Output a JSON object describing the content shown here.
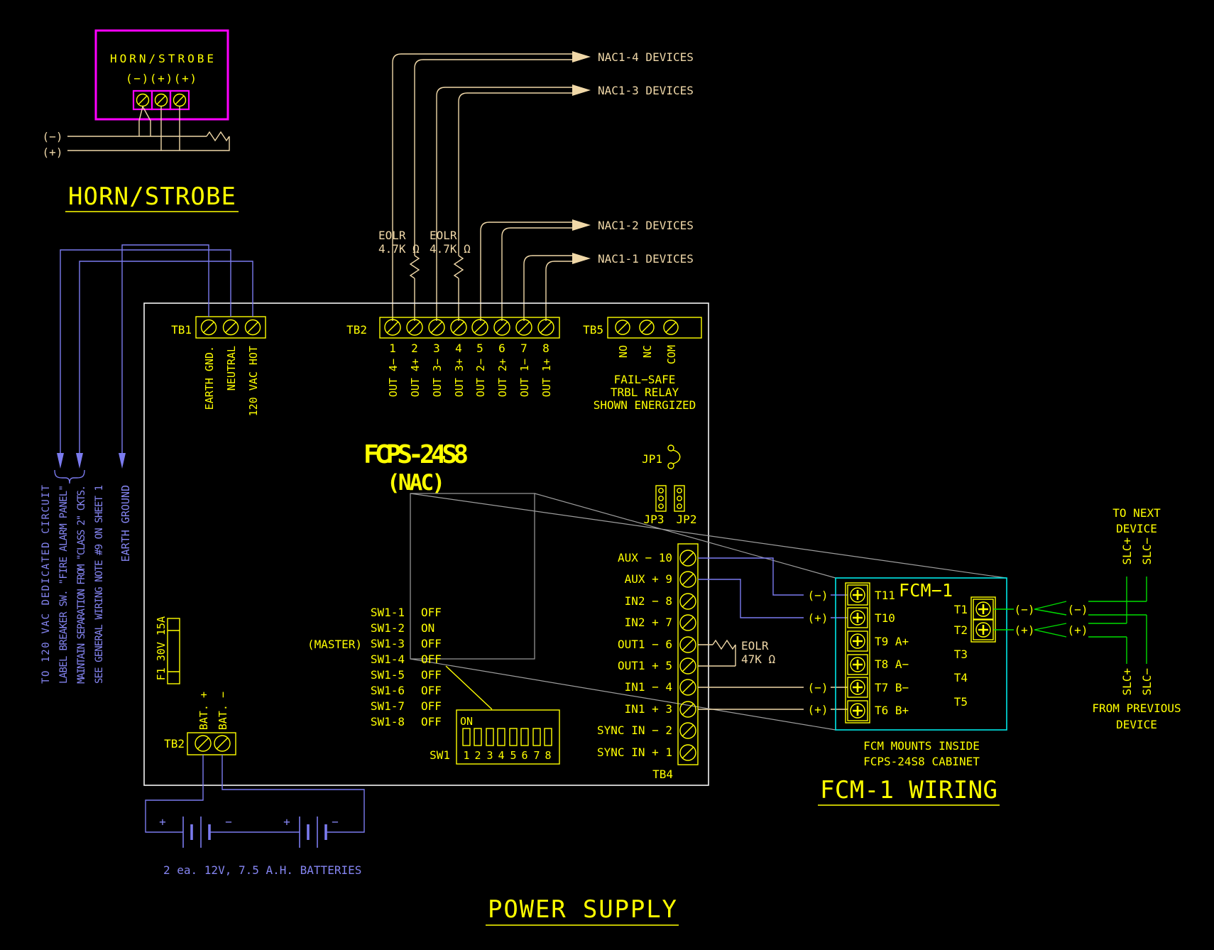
{
  "titles": {
    "horn_strobe": "HORN/STROBE",
    "power_supply": "POWER SUPPLY",
    "fcm_wiring": "FCM-1 WIRING"
  },
  "polarity": {
    "minus": "(−)",
    "plus": "(+)"
  },
  "horn_strobe": {
    "box_label": "HORN/STROBE",
    "terminal_row": "(−)(+)(+)"
  },
  "nac": {
    "rows": [
      "NAC1-4 DEVICES",
      "NAC1-3 DEVICES",
      "NAC1-2 DEVICES",
      "NAC1-1 DEVICES"
    ]
  },
  "eolr_nac": {
    "name": "EOLR",
    "value": "4.7K Ω"
  },
  "eolr_out1": {
    "name": "EOLR",
    "value": "47K Ω"
  },
  "tb1": {
    "label": "TB1",
    "terminals": [
      "EARTH GND.",
      "NEUTRAL",
      "120 VAC HOT"
    ]
  },
  "tb2_nac": {
    "label": "TB2",
    "numbers": [
      "1",
      "2",
      "3",
      "4",
      "5",
      "6",
      "7",
      "8"
    ],
    "terminals": [
      "OUT 4−",
      "OUT 4+",
      "OUT 3−",
      "OUT 3+",
      "OUT 2−",
      "OUT 2+",
      "OUT 1−",
      "OUT 1+"
    ]
  },
  "tb5": {
    "label": "TB5",
    "terminals": [
      "NO",
      "NC",
      "COM"
    ],
    "note": [
      "FAIL−SAFE",
      "TRBL RELAY",
      "SHOWN ENERGIZED"
    ]
  },
  "board": {
    "model": "FCPS-24S8",
    "sub": "(NAC)"
  },
  "jumpers": {
    "jp1": "JP1",
    "jp2": "JP2",
    "jp3": "JP3"
  },
  "dip_switch": {
    "master_note": "(MASTER)",
    "rows": [
      {
        "id": "SW1-1",
        "state": "OFF"
      },
      {
        "id": "SW1-2",
        "state": "ON"
      },
      {
        "id": "SW1-3",
        "state": "OFF"
      },
      {
        "id": "SW1-4",
        "state": "OFF"
      },
      {
        "id": "SW1-5",
        "state": "OFF"
      },
      {
        "id": "SW1-6",
        "state": "OFF"
      },
      {
        "id": "SW1-7",
        "state": "OFF"
      },
      {
        "id": "SW1-8",
        "state": "OFF"
      }
    ],
    "on_label": "ON",
    "numbers": [
      "1",
      "2",
      "3",
      "4",
      "5",
      "6",
      "7",
      "8"
    ],
    "label": "SW1"
  },
  "tb4": {
    "label": "TB4",
    "rows": [
      "AUX − 10",
      "AUX + 9",
      "IN2 − 8",
      "IN2 + 7",
      "OUT1 − 6",
      "OUT1 + 5",
      "IN1 − 4",
      "IN1 + 3",
      "SYNC IN − 2",
      "SYNC IN + 1"
    ]
  },
  "fcm": {
    "title": "FCM−1",
    "left_terminals": [
      "T11",
      "T10",
      "T9 A+",
      "T8 A−",
      "T7 B−",
      "T6 B+"
    ],
    "right_terminals": [
      "T1",
      "T2",
      "T3",
      "T4",
      "T5"
    ],
    "note": [
      "FCM MOUNTS INSIDE",
      "FCPS-24S8 CABINET"
    ]
  },
  "slc": {
    "plus": "SLC+",
    "minus": "SLC−",
    "to_next": [
      "TO NEXT",
      "DEVICE"
    ],
    "from_previous": [
      "FROM PREVIOUS",
      "DEVICE"
    ]
  },
  "mains_notes": [
    "TO 120 VAC DEDICATED CIRCUIT",
    "LABEL BREAKER SW. \"FIRE ALARM PANEL\"",
    "MAINTAIN SEPARATION FROM \"CLASS 2\" CKTS.",
    "SEE GENERAL WIRING NOTE #9 ON SHEET 1"
  ],
  "earth_note": "EARTH GROUND",
  "fuse": {
    "label": "F1 30V 15A"
  },
  "battery": {
    "tb_label": "TB2",
    "pos": "BAT. +",
    "neg": "BAT. −",
    "plus": "+",
    "minus": "−",
    "caption": "2 ea. 12V, 7.5 A.H. BATTERIES"
  }
}
